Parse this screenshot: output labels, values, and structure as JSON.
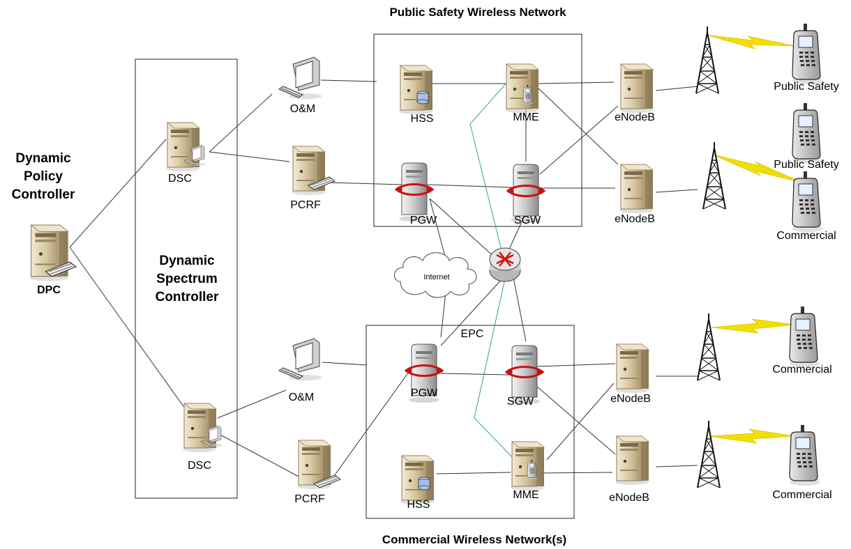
{
  "titles": {
    "public_network": "Public Safety Wireless Network",
    "commercial_network": "Commercial Wireless Network(s)"
  },
  "controllers": {
    "dpc_heading": [
      "Dynamic",
      "Policy",
      "Controller"
    ],
    "dsc_heading": [
      "Dynamic",
      "Spectrum",
      "Controller"
    ]
  },
  "nodes": {
    "dpc": "DPC",
    "dsc_top": "DSC",
    "dsc_bottom": "DSC",
    "om_top": "O&M",
    "om_bottom": "O&M",
    "pcrf_top": "PCRF",
    "pcrf_bottom": "PCRF",
    "hss_top": "HSS",
    "mme_top": "MME",
    "pgw_top": "PGW",
    "sgw_top": "SGW",
    "epc": "EPC",
    "pgw_bottom": "PGW",
    "sgw_bottom": "SGW",
    "hss_bottom": "HSS",
    "mme_bottom": "MME",
    "internet": "Internet",
    "enodeb_1": "eNodeB",
    "enodeb_2": "eNodeB",
    "enodeb_3": "eNodeB",
    "enodeb_4": "eNodeB"
  },
  "devices": {
    "phone_1": "Public Safety",
    "phone_2": "Public Safety",
    "phone_3": "Commercial",
    "phone_4": "Commercial",
    "phone_5": "Commercial"
  },
  "colors": {
    "link": "#333333",
    "monitor_link": "#3aa37a",
    "wireless": "#f0e000",
    "server_body": "#d8c9a3",
    "router_red": "#cc1111"
  }
}
